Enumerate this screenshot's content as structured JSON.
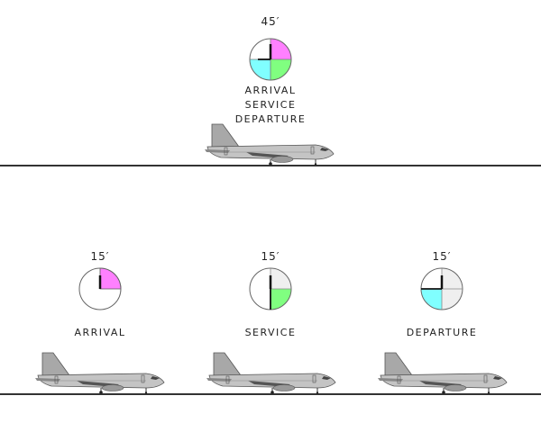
{
  "combined": {
    "duration": "45′",
    "labels": [
      "ARRIVAL",
      "SERVICE",
      "DEPARTURE"
    ],
    "quadrants": {
      "top_right": "#ff80ff",
      "bottom_right": "#80ff80",
      "bottom_left": "#80ffff",
      "top_left": "#ffffff"
    }
  },
  "phases": [
    {
      "duration": "15′",
      "label": "ARRIVAL",
      "color": "#ff80ff"
    },
    {
      "duration": "15′",
      "label": "SERVICE",
      "color": "#80ff80"
    },
    {
      "duration": "15′",
      "label": "DEPARTURE",
      "color": "#80ffff"
    }
  ],
  "colors": {
    "past_quadrant": "#efefef",
    "ground": "#333333",
    "plane": "#b8b8b8"
  }
}
